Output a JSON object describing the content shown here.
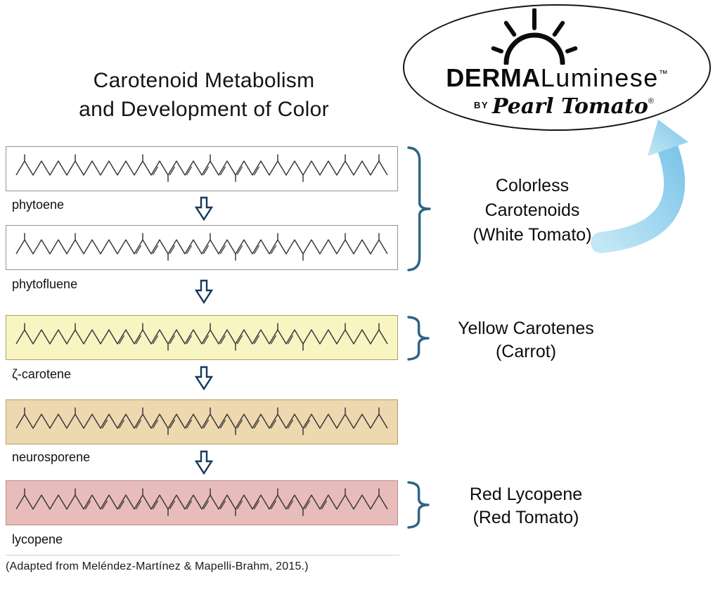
{
  "title": {
    "line1": "Carotenoid Metabolism",
    "line2": "and Development of Color"
  },
  "logo": {
    "brand_bold": "DERMA",
    "brand_light": "Luminese",
    "trademark": "™",
    "by_label": "BY",
    "script_name": "Pearl Tomato",
    "registered_mark": "®"
  },
  "compounds": [
    {
      "name": "phytoene",
      "fill": "#ffffff",
      "border": "#8f949c"
    },
    {
      "name": "phytofluene",
      "fill": "#ffffff",
      "border": "#8f949c"
    },
    {
      "name": "ζ-carotene",
      "fill": "#f8f5c3",
      "border": "#a7a06a"
    },
    {
      "name": "neurosporene",
      "fill": "#eed8af",
      "border": "#bb9a63"
    },
    {
      "name": "lycopene",
      "fill": "#e9bcbc",
      "border": "#bd8a8a"
    }
  ],
  "groups": [
    {
      "lines": [
        "Colorless",
        "Carotenoids",
        "(White Tomato)"
      ]
    },
    {
      "lines": [
        "Yellow Carotenes",
        "(Carrot)"
      ]
    },
    {
      "lines": [
        "Red Lycopene",
        "(Red Tomato)"
      ]
    }
  ],
  "citation": "(Adapted from Meléndez-Martínez & Mapelli-Brahm, 2015.)",
  "colors": {
    "brace": "#2c6485",
    "arrow_outline": "#17375e",
    "curved_arrow_light": "#c2e7f6",
    "curved_arrow_dark": "#7fc6e9"
  }
}
